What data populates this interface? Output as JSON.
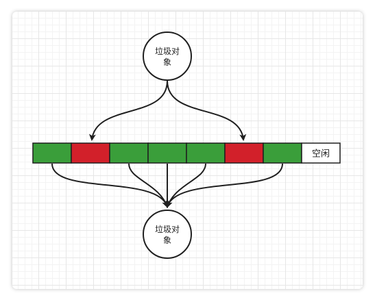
{
  "diagram": {
    "top_node": {
      "line1": "垃圾对",
      "line2": "象"
    },
    "bottom_node": {
      "line1": "垃圾对",
      "line2": "象"
    },
    "memory_cells": [
      {
        "state": "used"
      },
      {
        "state": "garbage"
      },
      {
        "state": "used"
      },
      {
        "state": "used"
      },
      {
        "state": "used"
      },
      {
        "state": "garbage"
      },
      {
        "state": "used"
      },
      {
        "state": "free",
        "label": "空闲"
      }
    ]
  },
  "colors": {
    "used": "#3a9e3a",
    "garbage": "#d2202a",
    "free": "#ffffff",
    "stroke": "#1f1f1f"
  }
}
